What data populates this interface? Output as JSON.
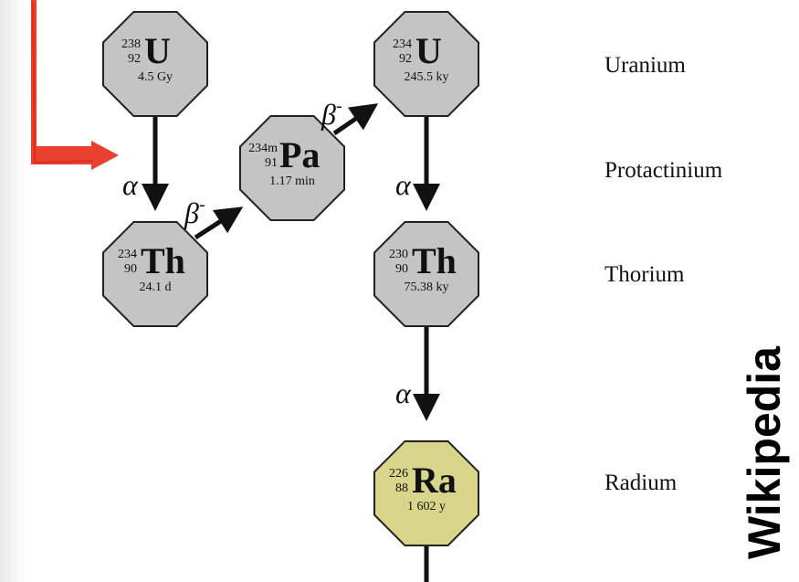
{
  "nuclides": {
    "u238": {
      "mass": "238",
      "z": "92",
      "symbol": "U",
      "half_life": "4.5 Gy"
    },
    "th234": {
      "mass": "234",
      "z": "90",
      "symbol": "Th",
      "half_life": "24.1 d"
    },
    "pa234m": {
      "mass": "234m",
      "z": "91",
      "symbol": "Pa",
      "half_life": "1.17 min"
    },
    "u234": {
      "mass": "234",
      "z": "92",
      "symbol": "U",
      "half_life": "245.5 ky"
    },
    "th230": {
      "mass": "230",
      "z": "90",
      "symbol": "Th",
      "half_life": "75.38 ky"
    },
    "ra226": {
      "mass": "226",
      "z": "88",
      "symbol": "Ra",
      "half_life": "1 602 y"
    }
  },
  "decays": {
    "alpha": "α",
    "beta": "β",
    "beta_sign": "-"
  },
  "element_labels": {
    "uranium": "Uranium",
    "protactinium": "Protactinium",
    "thorium": "Thorium",
    "radium": "Radium"
  },
  "watermark": "Wikipedia",
  "colors": {
    "nuclide_fill": "#c4c4c4",
    "radium_fill": "#d9d58a",
    "annotation_arrow": "#e8301e",
    "outline": "#222222"
  }
}
